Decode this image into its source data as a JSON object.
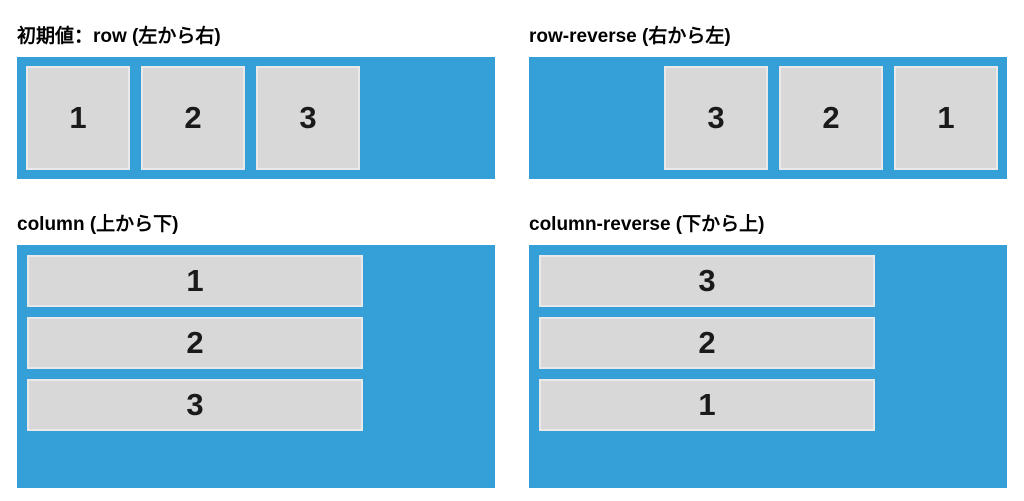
{
  "colors": {
    "container_blue": "#359fd8",
    "item_gray": "#d8d8d8",
    "item_border": "#e9e9e9",
    "title_text": "#000000",
    "item_text": "#1a1a1a",
    "background": "#ffffff"
  },
  "panels": [
    {
      "id": "row",
      "title": "初期値：row (左から右)",
      "direction": "row",
      "items": [
        "1",
        "2",
        "3"
      ]
    },
    {
      "id": "row-reverse",
      "title": "row-reverse (右から左)",
      "direction": "row-reverse",
      "items": [
        "3",
        "2",
        "1"
      ]
    },
    {
      "id": "column",
      "title": "column (上から下)",
      "direction": "column",
      "items": [
        "1",
        "2",
        "3"
      ]
    },
    {
      "id": "column-reverse",
      "title": "column-reverse (下から上)",
      "direction": "column-reverse",
      "items": [
        "3",
        "2",
        "1"
      ]
    }
  ]
}
